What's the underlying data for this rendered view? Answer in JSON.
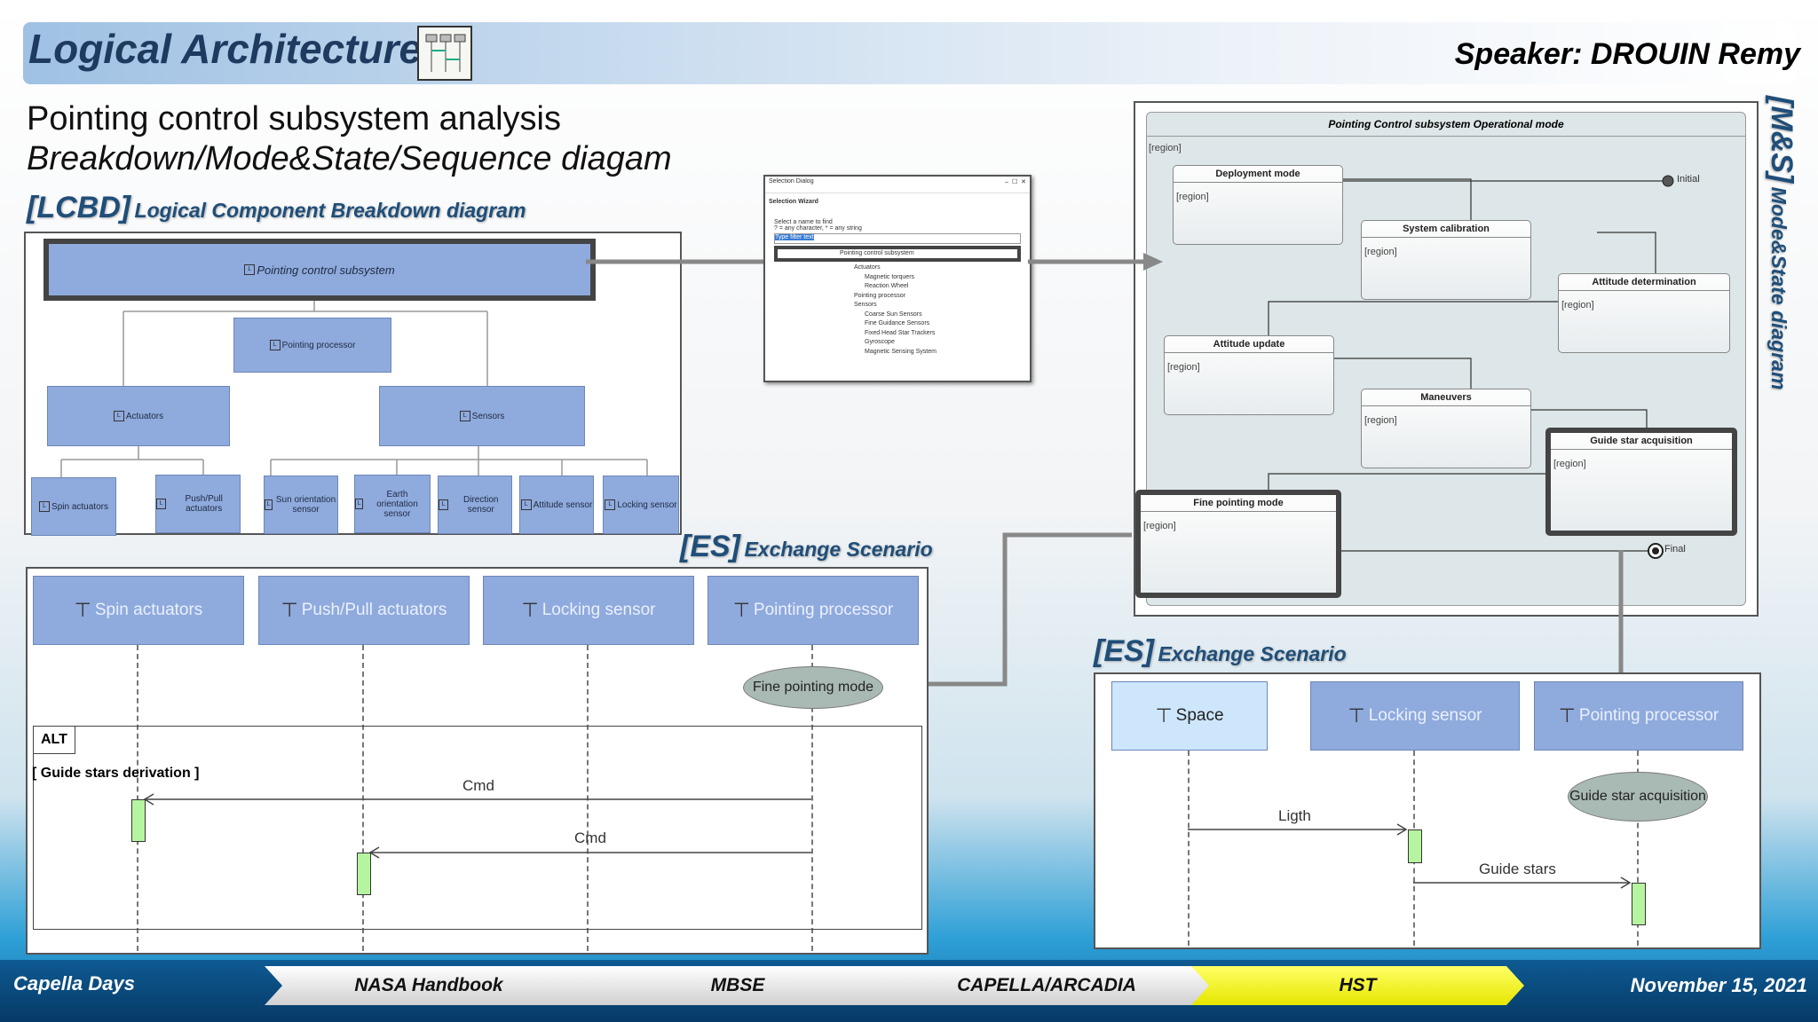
{
  "header": {
    "title": "Logical Architecture",
    "speaker": "Speaker: DROUIN Remy",
    "subtitle_line1": "Pointing control subsystem analysis",
    "subtitle_line2": "Breakdown/Mode&State/Sequence diagam"
  },
  "lcbd": {
    "tag": "[LCBD]",
    "title": "Logical Component Breakdown diagram",
    "root": "Pointing control subsystem",
    "processor": "Pointing processor",
    "actuators": "Actuators",
    "sensors": "Sensors",
    "leaves": [
      "Spin actuators",
      "Push/Pull actuators",
      "Sun orientation sensor",
      "Earth orientation sensor",
      "Direction sensor",
      "Attitude sensor",
      "Locking sensor"
    ]
  },
  "selection_dialog": {
    "window_title": "Selection Dialog",
    "heading": "Selection Wizard",
    "hint1": "Select a name to find",
    "hint2": "? = any character, * = any string",
    "filter_value": "Type filter text",
    "tree": [
      "Pointing control subsystem",
      "Actuators",
      "Magnetic torquers",
      "Reaction Wheel",
      "Pointing processor",
      "Sensors",
      "Coarse Sun Sensors",
      "Fine Guidance Sensors",
      "Fixed Head Star Trackers",
      "Gyroscope",
      "Magnetic Sensing System"
    ]
  },
  "ms": {
    "vertical_tag": "[M&S]",
    "vertical_title": "Mode&State diagram",
    "frame_title": "Pointing Control subsystem Operational mode",
    "region": "[region]",
    "initial": "Initial",
    "final": "Final",
    "states": [
      "Deployment mode",
      "System calibration",
      "Attitude determination",
      "Attitude update",
      "Maneuvers",
      "Guide star acquisition",
      "Fine pointing mode"
    ]
  },
  "es1": {
    "tag": "[ES]",
    "title": "Exchange Scenario",
    "actors": [
      "Spin actuators",
      "Push/Pull actuators",
      "Locking sensor",
      "Pointing processor"
    ],
    "state_label": "Fine pointing mode",
    "fragment": "ALT",
    "guard": "[ Guide stars derivation ]",
    "messages": [
      "Cmd",
      "Cmd"
    ]
  },
  "es2": {
    "tag": "[ES]",
    "title": "Exchange Scenario",
    "actors": [
      "Space",
      "Locking sensor",
      "Pointing processor"
    ],
    "state_label": "Guide star acquisition",
    "messages": [
      "Ligth",
      "Guide stars"
    ]
  },
  "footer": {
    "left": "Capella Days",
    "date": "November 15, 2021",
    "steps": [
      "NASA Handbook",
      "MBSE",
      "CAPELLA/ARCADIA",
      "HST"
    ]
  },
  "colors": {
    "node_blue": "#8faadc",
    "active_step": "#f2f200",
    "activation_green": "#b6f5a0"
  }
}
